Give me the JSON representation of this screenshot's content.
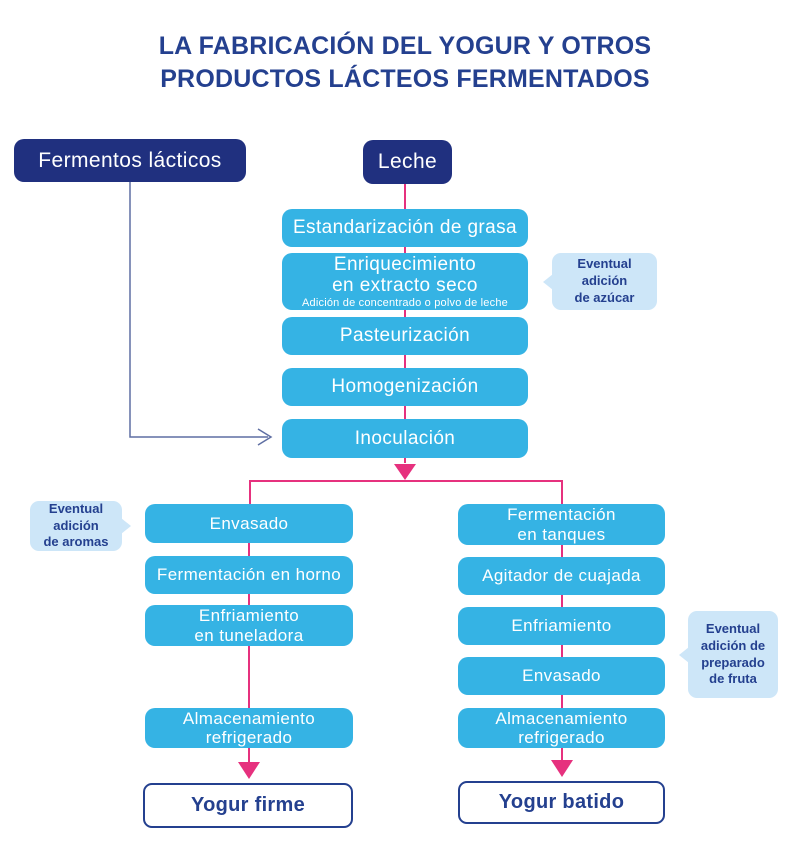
{
  "title": {
    "text": "LA FABRICACIÓN DEL YOGUR Y OTROS PRODUCTOS LÁCTEOS FERMENTADOS"
  },
  "sources": {
    "fermentos": {
      "label": "Fermentos lácticos"
    },
    "leche": {
      "label": "Leche"
    }
  },
  "main_steps": {
    "estandarizacion": {
      "lines": [
        "Estandarización de grasa"
      ]
    },
    "enriquecimiento": {
      "lines": [
        "Enriquecimiento",
        "en extracto seco"
      ],
      "sublabel": "Adición de concentrado o polvo de leche"
    },
    "pasteurizacion": {
      "lines": [
        "Pasteurización"
      ]
    },
    "homogenizacion": {
      "lines": [
        "Homogenización"
      ]
    },
    "inoculacion": {
      "lines": [
        "Inoculación"
      ]
    }
  },
  "left_branch": {
    "steps": {
      "envasado": {
        "lines": [
          "Envasado"
        ]
      },
      "fermentacion_horno": {
        "lines": [
          "Fermentación en horno"
        ]
      },
      "enfriamiento_tuneladora": {
        "lines": [
          "Enfriamiento",
          "en tuneladora"
        ]
      },
      "almacenamiento": {
        "lines": [
          "Almacenamiento",
          "refrigerado"
        ]
      }
    },
    "result": {
      "label": "Yogur firme"
    }
  },
  "right_branch": {
    "steps": {
      "fermentacion_tanques": {
        "lines": [
          "Fermentación",
          "en tanques"
        ]
      },
      "agitador": {
        "lines": [
          "Agitador de cuajada"
        ]
      },
      "enfriamiento": {
        "lines": [
          "Enfriamiento"
        ]
      },
      "envasado": {
        "lines": [
          "Envasado"
        ]
      },
      "almacenamiento": {
        "lines": [
          "Almacenamiento",
          "refrigerado"
        ]
      }
    },
    "result": {
      "label": "Yogur batido"
    }
  },
  "notes": {
    "azucar": {
      "lines": [
        "Eventual",
        "adición",
        "de azúcar"
      ]
    },
    "aromas": {
      "lines": [
        "Eventual",
        "adición",
        "de aromas"
      ]
    },
    "fruta": {
      "lines": [
        "Eventual",
        "adición de",
        "preparado",
        "de fruta"
      ]
    }
  },
  "colors": {
    "navy": "#20307F",
    "title_navy": "#24408F",
    "cyan": "#35B3E4",
    "pink": "#E6317E",
    "note_bg": "#CDE6F8",
    "connector_slate": "#5F6FA3"
  }
}
